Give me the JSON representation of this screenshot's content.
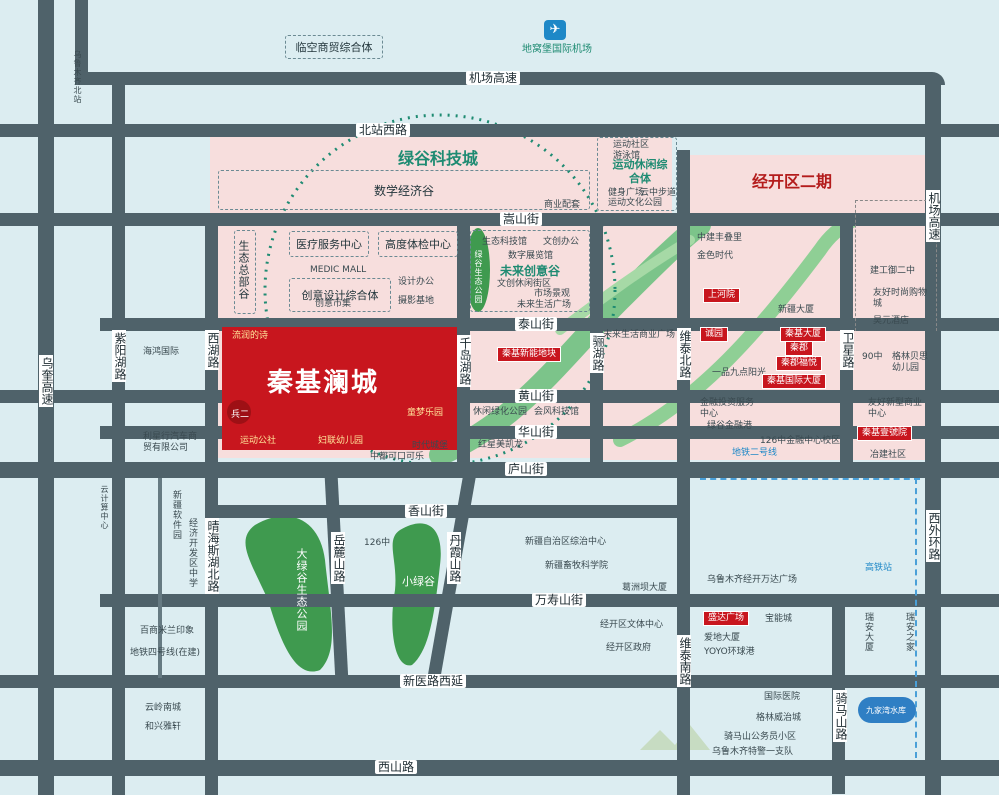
{
  "colors": {
    "road": "#4f626a",
    "zone": "#f7dedd",
    "highlight": "#c8161e",
    "green": "#3f9a4f",
    "teal": "#1e8b72"
  },
  "project": {
    "name": "秦基澜城",
    "tag": "兵二"
  },
  "zones": {
    "lvgu": "绿谷科技城",
    "jingkai": "经开区二期",
    "kongshang": "临空商贸综合体",
    "shuzi": "数学经济谷",
    "yundong": "运动休闲综合体",
    "weilai": "未来创意谷",
    "yiliao": "医疗服务中心",
    "tijian": "高度体检中心",
    "chuangyi": "创意设计综合体",
    "shengtai": "生态总部谷",
    "lvgu_park": "绿谷生态公园",
    "big_lvgu": "大绿谷生态公园",
    "small_lvgu": "小绿谷",
    "airport": "地窝堡国际机场"
  },
  "roads": {
    "jichang": "机场高速",
    "beizhan": "北站西路",
    "gaoshan": "嵩山街",
    "taishan": "泰山街",
    "huangshan": "黄山街",
    "huashan": "华山街",
    "lushan": "庐山街",
    "xiangshan": "香山街",
    "wanshou": "万寿山街",
    "xinyi": "新医路西延",
    "xishan": "西山路",
    "wlmq": "乌奎高速",
    "ziyang": "紫阳湖路",
    "xihu": "西湖路",
    "qiandao": "千岛湖路",
    "lianghu": "骊湖路",
    "weitai": "维泰北路",
    "weitai_s": "维泰南路",
    "weixing": "卫星路",
    "xiwai": "西外环路",
    "jichang_v": "机场高速",
    "yuelu": "岳麓山路",
    "danxia": "丹霞山路",
    "qimashan": "骑马山路",
    "qinghai": "晴海斯湖北路",
    "wlmq_north": "乌鲁木齐北站",
    "yunji": "云计算中心"
  },
  "pois": [
    "运动社区",
    "游泳馆",
    "云中步道",
    "健身广场",
    "运动文化公园",
    "商业配套",
    "MEDIC MALL",
    "设计办公",
    "创意市集",
    "摄影基地",
    "生态科技馆",
    "文创办公",
    "数字展览馆",
    "文创休闲街区",
    "市场景观",
    "未来生活广场",
    "中建丰叠里",
    "金色时代",
    "新疆大厦",
    "建工御二中",
    "友好时尚购物城",
    "昊元酒店",
    "90中",
    "格林贝思幼儿园",
    "友好新型商业中心",
    "冶建社区",
    "海鸿国际",
    "利星行汽车商贸有限公司",
    "新疆软件园",
    "经济开发区中学",
    "百商米兰印象",
    "地铁四号线(在建)",
    "云岭南城",
    "和兴雅轩",
    "126中",
    "新疆自治区综治中心",
    "新疆畜牧科学院",
    "葛洲坝大厦",
    "乌鲁木齐经开万达广场",
    "宝能城",
    "经开区文体中心",
    "经开区政府",
    "爱地大厦",
    "YOYO环球港",
    "国际医院",
    "格林威治城",
    "骑马山公务员小区",
    "乌鲁木齐特警一支队",
    "九家湾水库",
    "高铁站",
    "地铁二号线",
    "126中金融中心校区",
    "金融投资服务中心",
    "绿谷金融港",
    "一品九点阳光",
    "未来生活商业广场",
    "休闲绿化公园",
    "会风科技馆",
    "红星美凯龙",
    "中都可口可乐",
    "时代城堡",
    "流润的诗",
    "童梦乐园",
    "运动公社",
    "妇联幼儿园",
    "瑞安之家",
    "瑞安大厦"
  ],
  "redboxes": [
    "秦基新能地块",
    "上河院",
    "诚园",
    "秦基大厦",
    "秦郡",
    "秦郡福悦",
    "秦基国际大厦",
    "盛达广场",
    "秦基壹號院"
  ]
}
